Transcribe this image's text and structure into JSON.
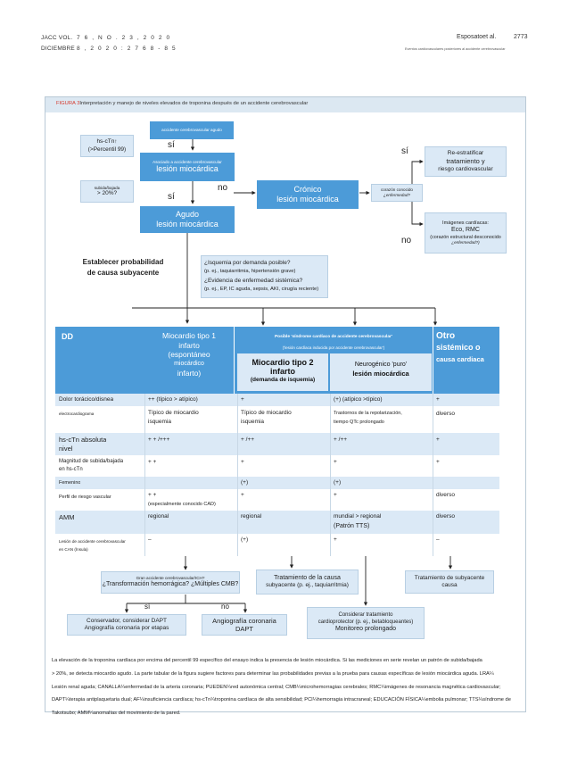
{
  "header": {
    "journal": "JACC VOL.",
    "volume": "7 6 , N O . 2 3 , 2 0 2 0",
    "month": "DICIEMBRE",
    "pages": "8 , 2 0 2 0 : 2 7 6 8 - 8 5",
    "authors": "Esposatoet al.",
    "page_number": "2773",
    "running_title": "Eventos cardiovasculares posteriores al accidente cerebrovascular"
  },
  "figure": {
    "label": "FIGURA 3",
    "title": "Interpretación y manejo de niveles elevados de troponina después de un accidente cerebrovascular"
  },
  "flow": {
    "top_box": "accidente cerebrovascular agudo",
    "hs_ctn_box": [
      "hs-cTn↑",
      "(>Percentil 99)"
    ],
    "si_1": "sí",
    "myocardial_box": {
      "small": "Asociado a accidente cerebrovascular",
      "large": "lesión miocárdica"
    },
    "rise_fall_box": {
      "small": "subida/bajada",
      "large": "> 20%?"
    },
    "si_2": "sí",
    "no_1": "no",
    "chronic_box": [
      "Crónico",
      "lesión miocárdica"
    ],
    "heart_disease_box": {
      "line1": "corazón conocido",
      "line2": "¿enfermedad?"
    },
    "si_3": "sí",
    "restratify_box": [
      "Re-estratificar",
      "tratamiento y",
      "riesgo cardiovascular"
    ],
    "acute_box": [
      "Agudo",
      "lesión miocárdica"
    ],
    "imaging_box": {
      "line1": "Imágenes cardíacas:",
      "line2": "Eco, RMC",
      "line3": "(corazón estructural desconocido",
      "line4": "¿enfermedad?)"
    },
    "no_2": "no",
    "establish_text": [
      "Establecer probabilidad",
      "de causa subyacente"
    ],
    "questions_box": {
      "q1": "¿Isquemia por demanda posible?",
      "q1_detail": "(p. ej., taquiarritmia, hipertensión grave)",
      "q2": "¿Evidencia de enfermedad sistémica?",
      "q2_detail": "(p. ej., EP, IC aguda, sepsis, AKI, cirugía reciente)"
    }
  },
  "table": {
    "dd": "DD",
    "type1": [
      "Miocardio tipo 1",
      "infarto",
      "(espontáneo",
      "miocárdico",
      "infarto)"
    ],
    "syndrome_title": "Posible 'síndrome cardíaco de accidente cerebrovascular'",
    "syndrome_subtitle": "('lesión cardíaca inducida por accidente cerebrovascular')",
    "type2": [
      "Miocardio tipo 2",
      "infarto",
      "(demanda de isquemia)"
    ],
    "neurogenic": [
      "Neurogénico 'puro'",
      "lesión miocárdica"
    ],
    "other": [
      "Otro",
      "sistémico o",
      "causa cardiaca"
    ],
    "rows": [
      {
        "label": "Dolor torácico/disnea",
        "c1": "++ (típico > atípico)",
        "c2": "+",
        "c3": "(+) (atípico >típico)",
        "c4": "+"
      },
      {
        "label": "electrocardiograma",
        "c1": "Típico de miocardio",
        "c1b": "isquemia",
        "c2": "Típico de miocardio",
        "c2b": "isquemia",
        "c3": "Trastornos de la repolarización,",
        "c3b": "tiempo QTc prolongado",
        "c4": "diverso"
      },
      {
        "label": "hs-cTn absoluta",
        "labelb": "nivel",
        "c1": "+ + /+++",
        "c2": "+ /++",
        "c3": "+ /++",
        "c4": "+"
      },
      {
        "label": "Magnitud de subida/bajada",
        "labelb": "en hs-cTn",
        "c1": "+ +",
        "c2": "+",
        "c3": "+",
        "c4": "+"
      },
      {
        "label": "Femenino",
        "c1": "",
        "c2": "(+)",
        "c3": "(+)",
        "c4": ""
      },
      {
        "label": "Perfil de riesgo vascular",
        "c1": "+ +",
        "c1b": "(especialmente conocido CAD)",
        "c2": "+",
        "c3": "+",
        "c4": "diverso"
      },
      {
        "label": "AMM",
        "c1": "regional",
        "c2": "regional",
        "c3": "mundial > regional",
        "c3b": "(Patrón TTS)",
        "c4": "diverso"
      },
      {
        "label": "Lesión de accidente cerebrovascular",
        "labelb": "en CAN (Ínsula)",
        "c1": "–",
        "c2": "(+)",
        "c3": "+",
        "c4": "–"
      }
    ]
  },
  "bottom": {
    "hemorrhage_box": {
      "small": "Gran accidente cerebrovascular/ICH?",
      "large": "¿Transformación hemorrágica? ¿Múltiples CMB?"
    },
    "treat_cause_box": [
      "Tratamiento de la causa",
      "subyacente (p. ej., taquiarritmia)"
    ],
    "treat_other_box": [
      "Tratamiento de subyacente",
      "causa"
    ],
    "si": "sí",
    "no": "no",
    "conservative_box": [
      "Conservador, considerar DAPT",
      "Angiografía coronaria por etapas"
    ],
    "angiography_box": [
      "Angiografía coronaria",
      "DAPT"
    ],
    "cardioprotective_box": [
      "Considerar tratamiento",
      "cardioprotector (p. ej., betabloqueantes)",
      "Monitoreo prolongado"
    ]
  },
  "footnote": [
    "La elevación de la troponina cardíaca por encima del percentil 99 específico del ensayo indica la presencia de lesión miocárdica. Si las mediciones en serie revelan un patrón de subida/bajada",
    "> 20%, se detecta miocardio agudo. La parte tabular de la figura sugiere factores para determinar las probabilidades previas a la prueba para causas específicas de lesión miocárdica aguda. LRA¼",
    "Lesión renal aguda; CANALLA¼enfermedad de la arteria coronaria; PUEDEN¼red autonómica central; CMB¼microhemorragias cerebrales; RMC¼imágenes de resonancia magnética cardiovascular;",
    "DAPT¼terapia antiplaquetaria dual; AF¼insuficiencia cardíaca; hs-cTn¼troponina cardíaca de alta sensibilidad; PCI¼hemorragia intracraneal; EDUCACIÓN FÍSICA¼embolia pulmonar; TTS¼síndrome de",
    "Takotsubo; AMM¼anomalías del movimiento de la pared."
  ],
  "colors": {
    "accent_blue": "#4c9bd8",
    "light_blue": "#dbe9f6",
    "figure_red": "#d63a2e",
    "row_alt": "#dbe9f6"
  }
}
